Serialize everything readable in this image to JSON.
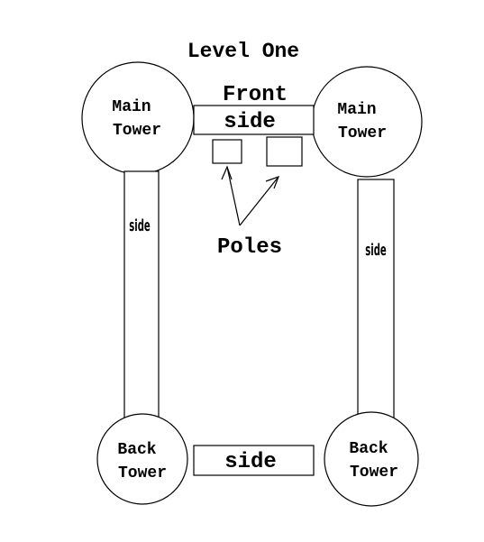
{
  "title": "Level One",
  "towers": {
    "main_left": {
      "line1": "Main",
      "line2": "Tower"
    },
    "main_right": {
      "line1": "Main",
      "line2": "Tower"
    },
    "back_left": {
      "line1": "Back",
      "line2": "Tower"
    },
    "back_right": {
      "line1": "Back",
      "line2": "Tower"
    }
  },
  "front_wall": {
    "top_label": "Front",
    "label": "side"
  },
  "left_wall": {
    "label": "side"
  },
  "right_wall": {
    "label": "side"
  },
  "back_wall": {
    "label": "side"
  },
  "poles": {
    "label": "Poles"
  },
  "colors": {
    "stroke": "#000000",
    "fill": "#ffffff"
  }
}
